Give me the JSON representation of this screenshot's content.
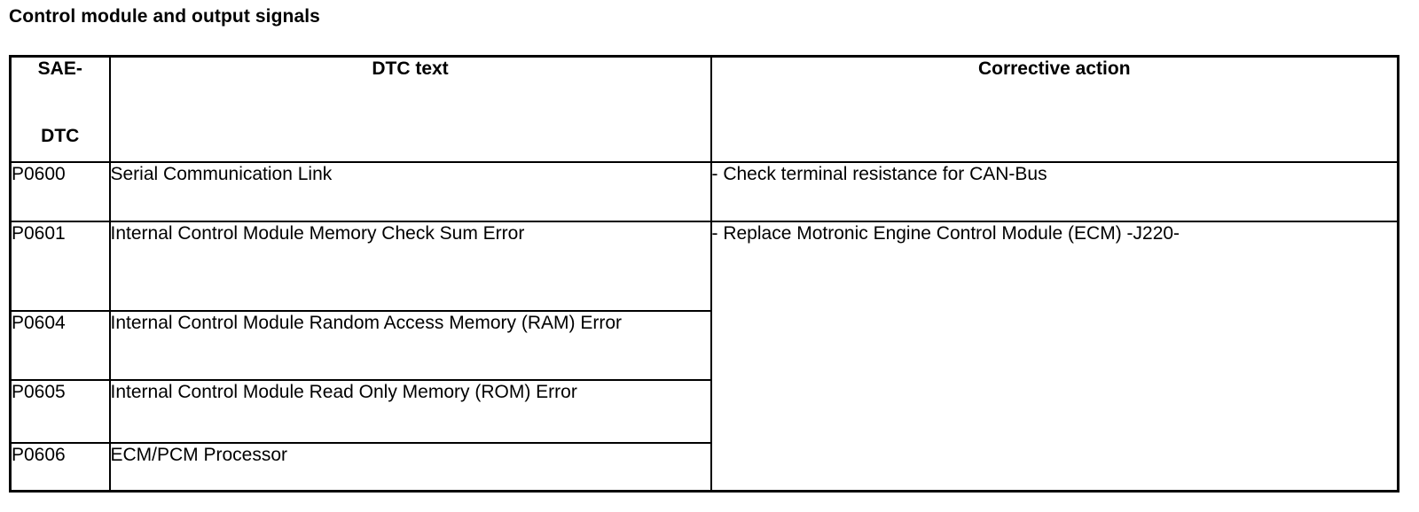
{
  "page": {
    "title": "Control module and output signals",
    "background_color": "#ffffff",
    "text_color": "#000000",
    "border_color": "#000000"
  },
  "table": {
    "headers": {
      "code_line1": "SAE-",
      "code_line2": "DTC",
      "dtc_text": "DTC text",
      "corrective_action": "Corrective action"
    },
    "rows": [
      {
        "code": "P0600",
        "dtc_text": "Serial Communication Link"
      },
      {
        "code": "P0601",
        "dtc_text": "Internal Control Module Memory Check Sum Error"
      },
      {
        "code": "P0604",
        "dtc_text": "Internal Control Module Random Access Memory (RAM) Error"
      },
      {
        "code": "P0605",
        "dtc_text": "Internal Control Module Read Only Memory (ROM) Error"
      },
      {
        "code": "P0606",
        "dtc_text": "ECM/PCM Processor"
      }
    ],
    "actions": [
      {
        "text": "- Check terminal resistance for CAN-Bus",
        "applies_to": [
          "P0600"
        ]
      },
      {
        "text": "- Replace Motronic Engine Control Module (ECM) -J220-",
        "applies_to": [
          "P0601",
          "P0604",
          "P0605",
          "P0606"
        ]
      }
    ]
  }
}
